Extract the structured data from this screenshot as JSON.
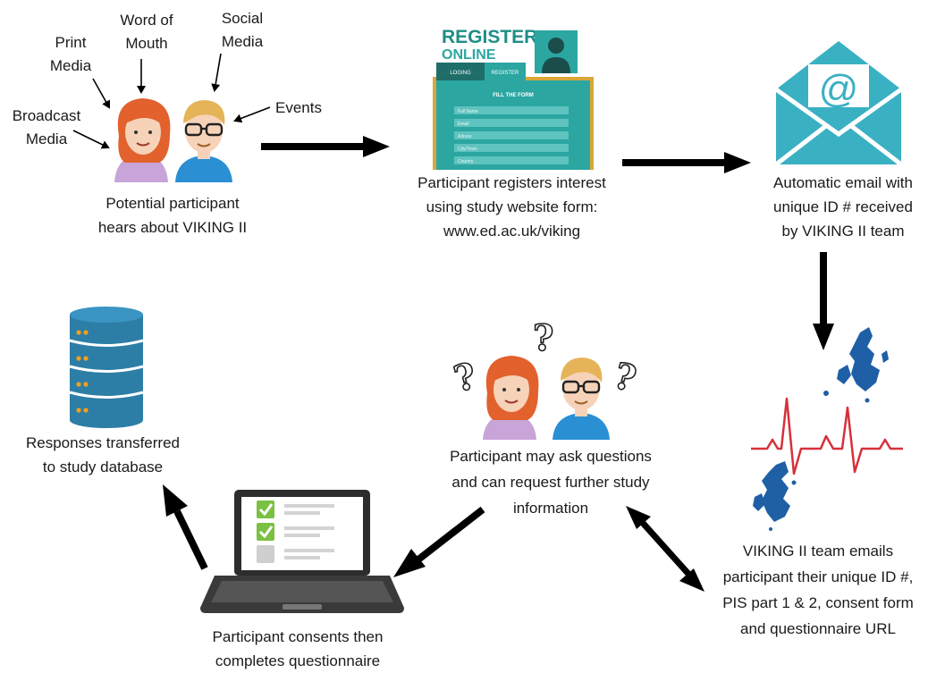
{
  "sources": {
    "print": [
      "Print",
      "Media"
    ],
    "word": [
      "Word of",
      "Mouth"
    ],
    "social": [
      "Social",
      "Media"
    ],
    "broadcast": [
      "Broadcast",
      "Media"
    ],
    "events": "Events"
  },
  "steps": {
    "hear": [
      "Potential participant",
      "hears about VIKING II"
    ],
    "register": [
      "Participant registers interest",
      "using study website form:",
      "www.ed.ac.uk/viking"
    ],
    "email": [
      "Automatic email with",
      "unique ID # received",
      "by VIKING II team"
    ],
    "team": [
      "VIKING II team emails",
      "participant their unique ID #,",
      "PIS part 1 & 2, consent form",
      "and questionnaire URL"
    ],
    "questions": [
      "Participant may ask questions",
      "and can request further study",
      "information"
    ],
    "consent": [
      "Participant consents then",
      "completes questionnaire"
    ],
    "database": [
      "Responses transferred",
      "to study database"
    ]
  },
  "form": {
    "title_line1": "REGISTER",
    "title_line2": "ONLINE",
    "tab_login": "LOGING",
    "tab_register": "REGISTER",
    "heading": "FILL THE FORM",
    "fields": [
      "Full Name",
      "Email",
      "Adress",
      "City/Town",
      "Country"
    ]
  },
  "colors": {
    "arrow": "#000000",
    "teal": "#2ba6a1",
    "envelope": "#3ab0c3",
    "database": "#2c7ea6",
    "ecg": "#d6313b",
    "islands": "#1f5fa6",
    "check": "#7ac143"
  }
}
